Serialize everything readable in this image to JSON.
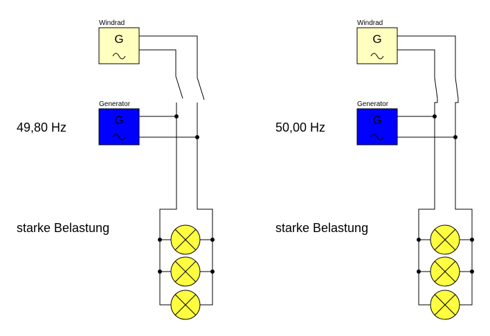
{
  "circuits": [
    {
      "windrad": {
        "label": "Windrad",
        "symbol": "G",
        "wave": "~",
        "fill": "#ffffc0"
      },
      "generator": {
        "label": "Generator",
        "symbol": "G",
        "wave": "~",
        "fill": "#0000ff"
      },
      "frequency": "49,80 Hz",
      "load": "starke Belastung",
      "switch_state": "open",
      "lamp_count": 3
    },
    {
      "windrad": {
        "label": "Windrad",
        "symbol": "G",
        "wave": "~",
        "fill": "#ffffc0"
      },
      "generator": {
        "label": "Generator",
        "symbol": "G",
        "wave": "~",
        "fill": "#0000ff"
      },
      "frequency": "50,00 Hz",
      "load": "starke Belastung",
      "switch_state": "closed",
      "lamp_count": 3
    }
  ],
  "colors": {
    "lamp": "#ffff40",
    "wire": "#000000"
  }
}
